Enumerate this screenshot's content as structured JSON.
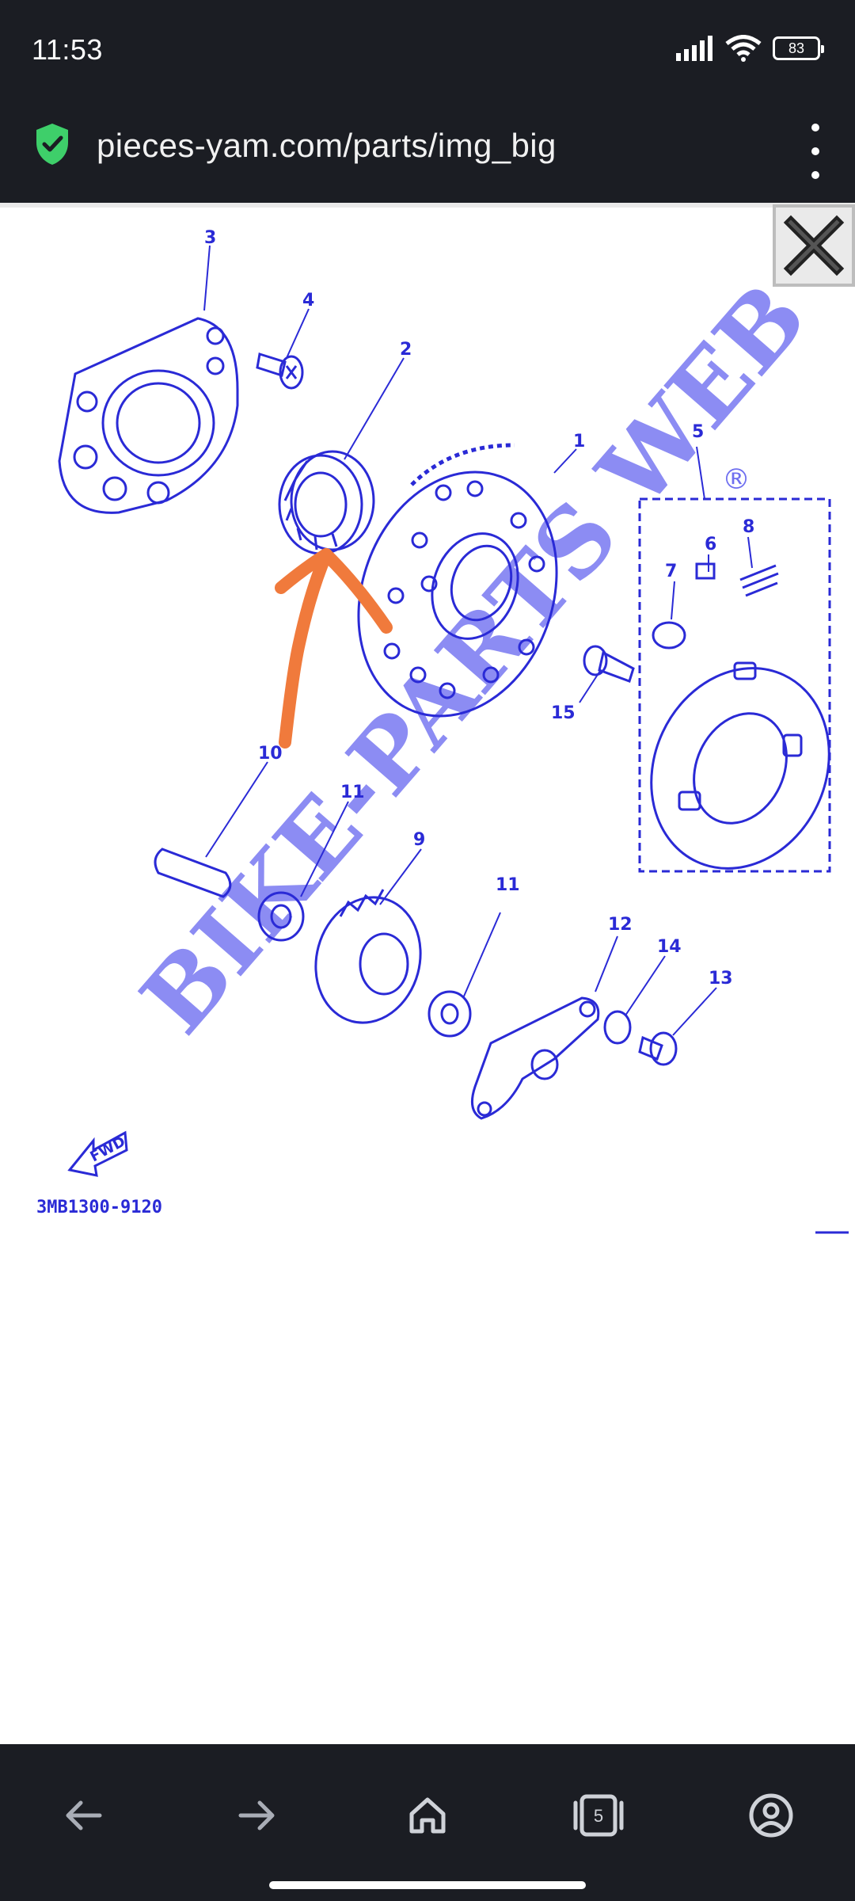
{
  "status_bar": {
    "time": "11:53",
    "battery": "83"
  },
  "browser": {
    "url": "pieces-yam.com/parts/img_big"
  },
  "diagram": {
    "callouts": [
      "1",
      "2",
      "3",
      "4",
      "5",
      "6",
      "7",
      "8",
      "9",
      "10",
      "11",
      "11",
      "12",
      "13",
      "14",
      "15"
    ],
    "watermark": "BIKE-PARTS WEB",
    "watermark_mark": "®",
    "fwd_label": "FWD",
    "part_number": "3MB1300-9120"
  },
  "nav": {
    "tab_count": "5"
  },
  "colors": {
    "bar": "#1b1d23",
    "diagram_ink": "#2a2ad6",
    "annotation": "#f07a3c",
    "shield": "#3ecf6a"
  }
}
